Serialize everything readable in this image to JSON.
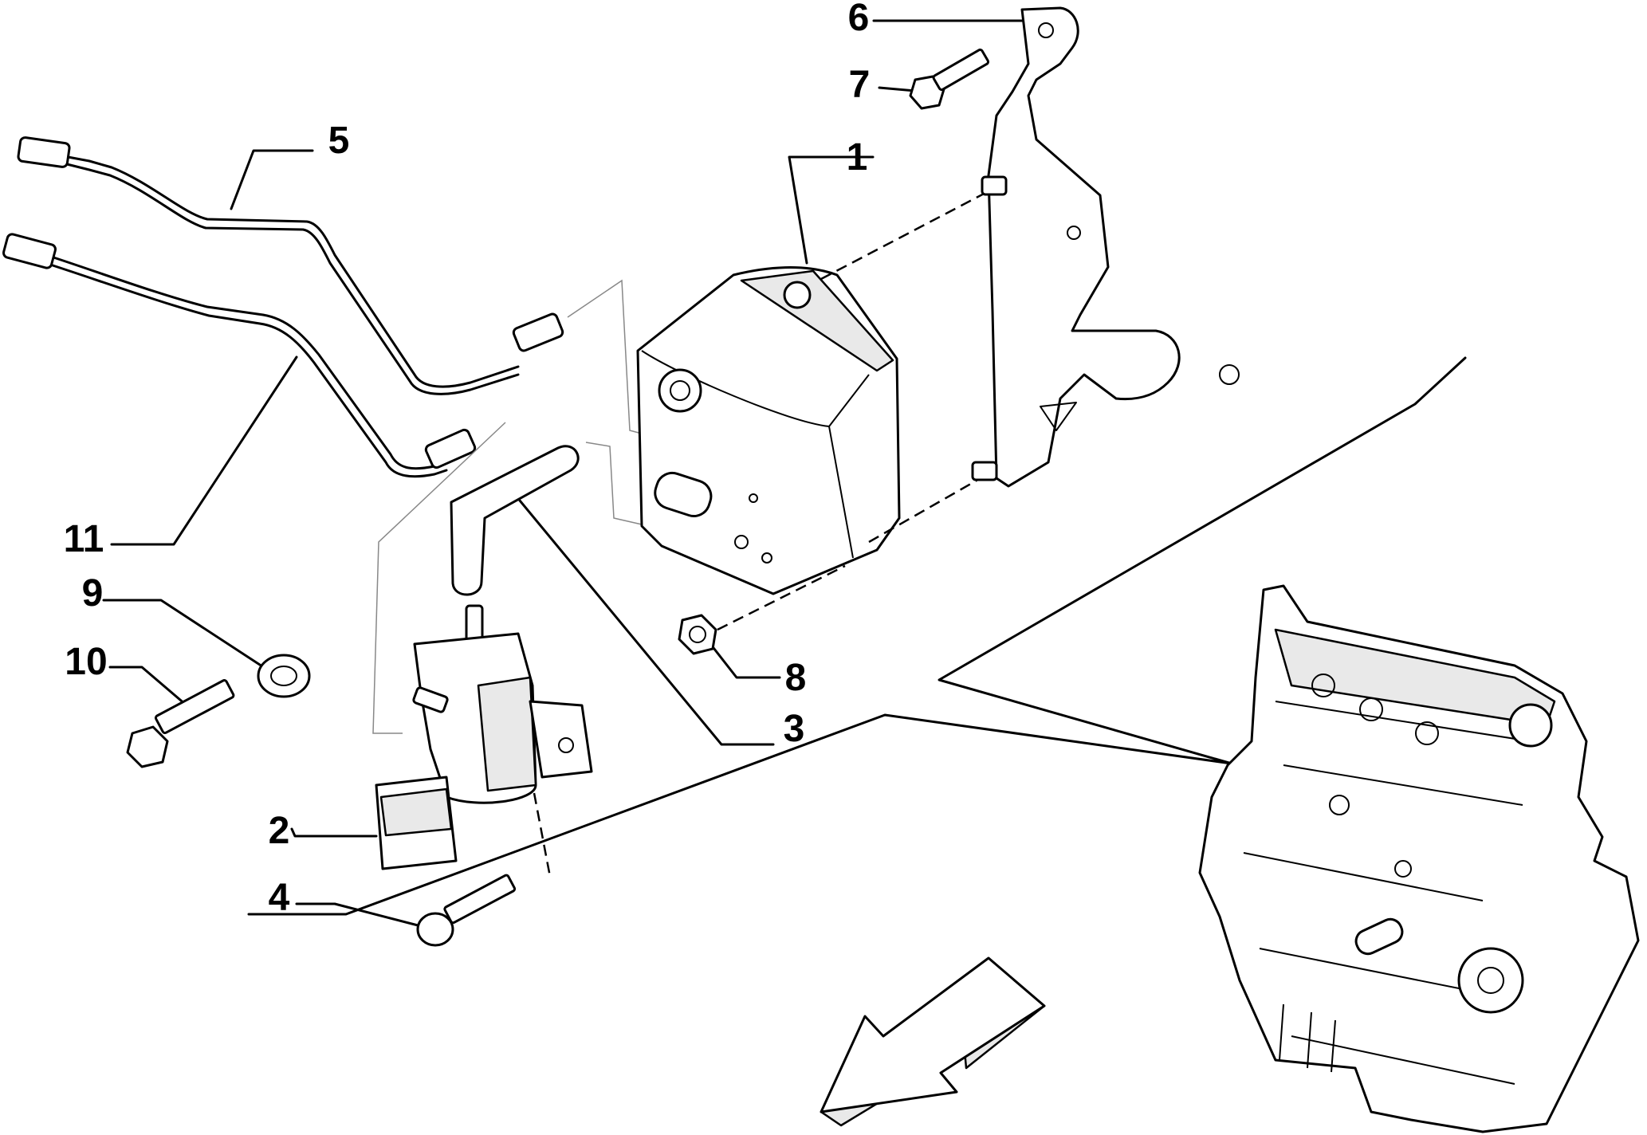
{
  "diagram": {
    "callouts": [
      {
        "id": "c1",
        "label": "1"
      },
      {
        "id": "c2",
        "label": "2"
      },
      {
        "id": "c3",
        "label": "3"
      },
      {
        "id": "c4",
        "label": "4"
      },
      {
        "id": "c5",
        "label": "5"
      },
      {
        "id": "c6",
        "label": "6"
      },
      {
        "id": "c7",
        "label": "7"
      },
      {
        "id": "c8",
        "label": "8"
      },
      {
        "id": "c9",
        "label": "9"
      },
      {
        "id": "c10",
        "label": "10"
      },
      {
        "id": "c11",
        "label": "11"
      }
    ],
    "icons": {
      "direction_arrow": "direction-arrow-icon",
      "engine": "engine-block-icon"
    },
    "colors": {
      "line": "#000000",
      "background": "#ffffff"
    }
  }
}
